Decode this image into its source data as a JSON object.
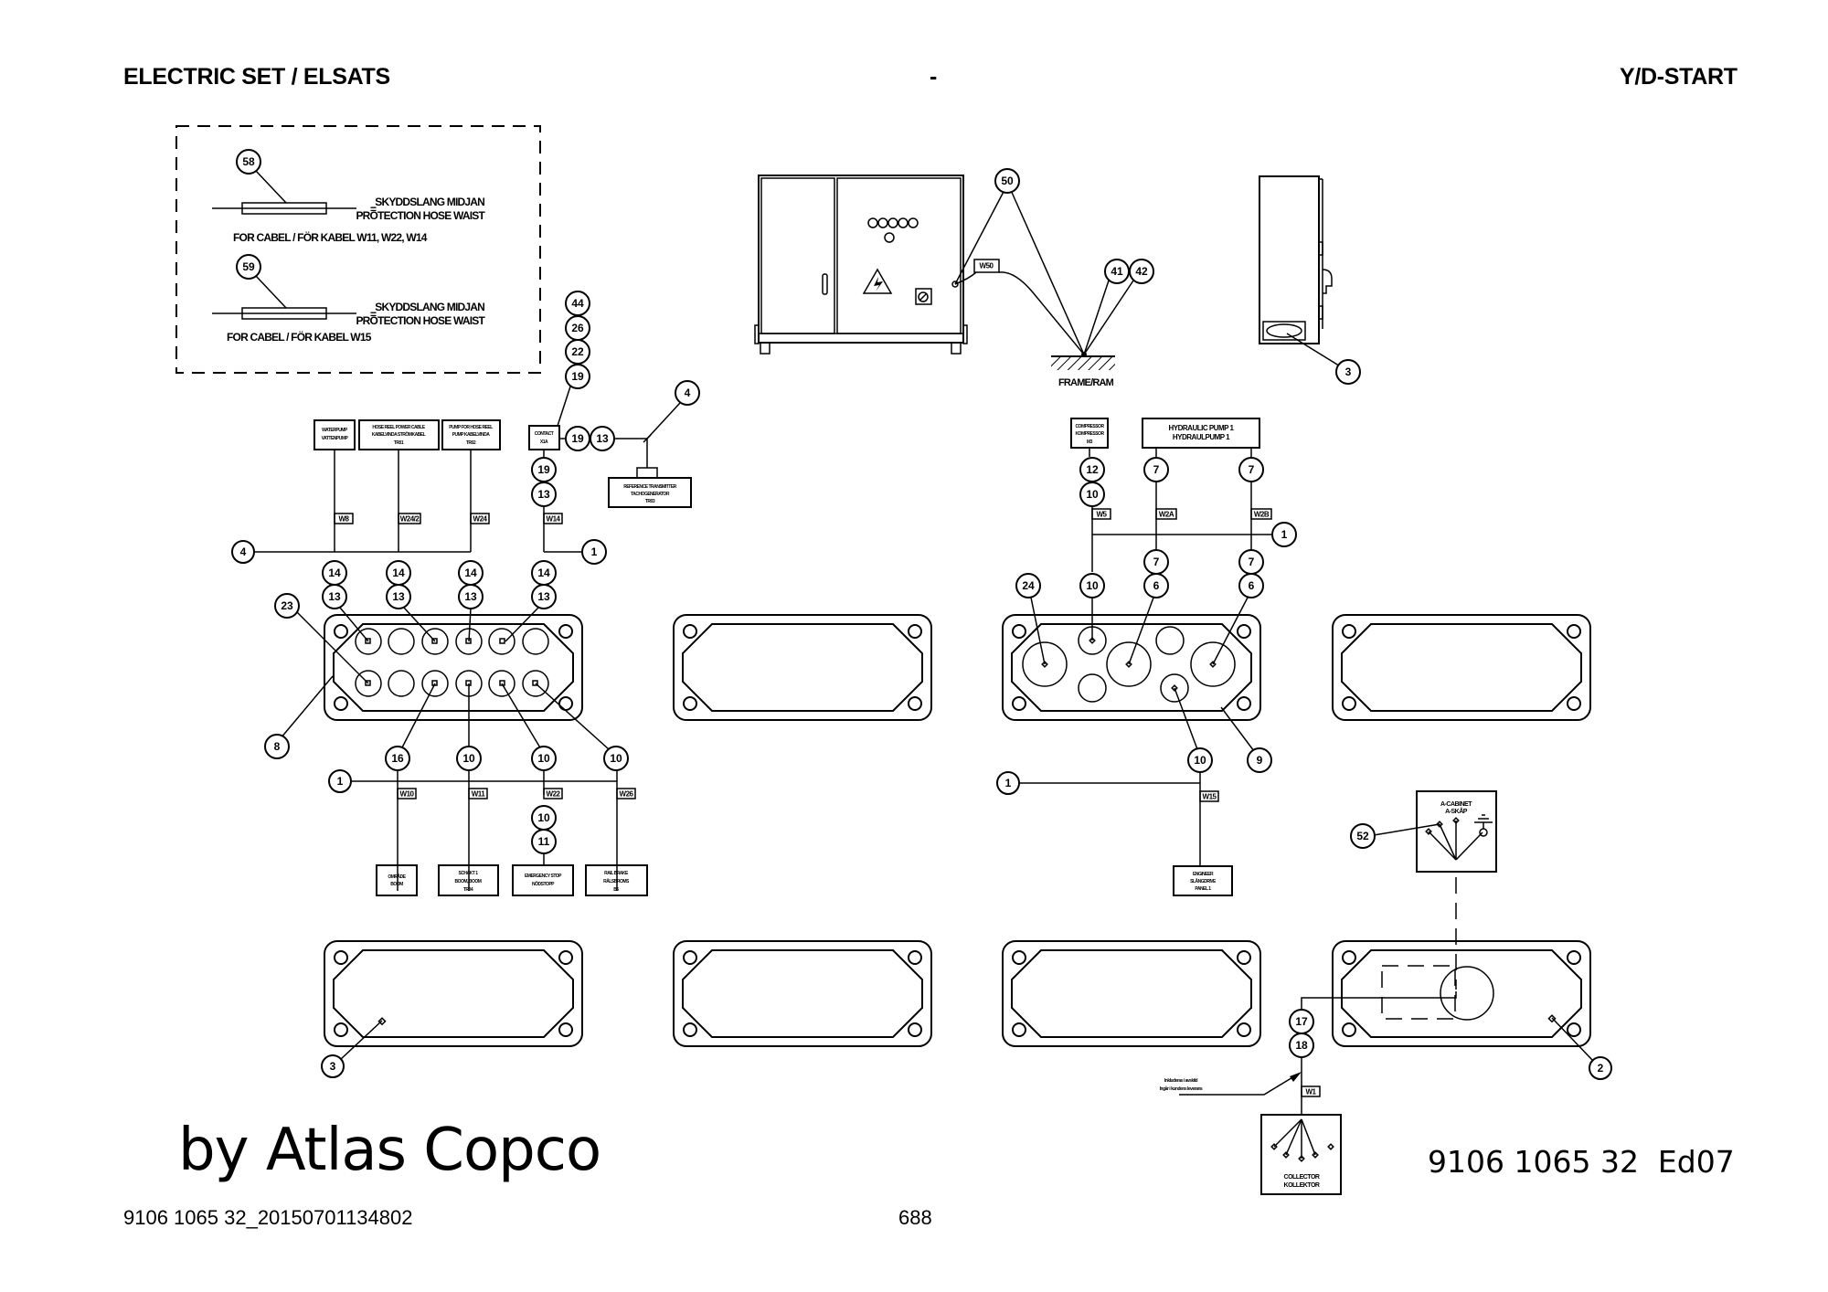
{
  "header": {
    "title": "ELECTRIC SET / ELSATS",
    "separator": "-",
    "variant": "Y/D-START"
  },
  "footer": {
    "file_id": "9106 1065 32_20150701134802",
    "page_number": "688",
    "brand": "by Atlas Copco",
    "document_number": "9106 1065 32  Ed07"
  },
  "legend": {
    "items": [
      {
        "callout": "58",
        "desc_line1": "SKYDDSLANG MIDJAN",
        "desc_line2": "PROTECTION HOSE WAIST",
        "equals": "=",
        "cable_note": "FOR CABEL / FÖR KABEL W11, W22, W14"
      },
      {
        "callout": "59",
        "desc_line1": "SKYDDSLANG MIDJAN",
        "desc_line2": "PROTECTION HOSE WAIST",
        "equals": "=",
        "cable_note": "FOR CABEL / FÖR KABEL W15"
      }
    ]
  },
  "cabinet_view": {
    "cable_label": "W50",
    "ground_label": "FRAME/RAM",
    "callouts": [
      "50",
      "41",
      "42"
    ],
    "side_callout": "3"
  },
  "left_group": {
    "top_stack": [
      "44",
      "26",
      "22",
      "19"
    ],
    "upper_boxes": [
      {
        "line1": "WATERPUMP",
        "line2": "VATTENPUMP",
        "line3": ""
      },
      {
        "line1": "HOSE REEL POWER CABLE",
        "line2": "KABELVINDA STRÖMKABEL",
        "line3": "TR01"
      },
      {
        "line1": "PUMP FOR HOSE REEL",
        "line2": "PUMP KABELVINDA",
        "line3": "TR02"
      }
    ],
    "connector_box": {
      "line1": "CONTACT",
      "line2": "X1A"
    },
    "connector_side": [
      "19",
      "13"
    ],
    "connector_below": [
      "19",
      "13"
    ],
    "tacho_box": {
      "line1": "REFERENCE TRANSMITTER",
      "line2": "TACHOGENERATOR",
      "line3": "TR03"
    },
    "tacho_callout": "4",
    "upper_wires": [
      "W8",
      "W24/2",
      "W24",
      "W14"
    ],
    "bus_left_callout": "4",
    "bus_right_callout": "1",
    "upper_stacks": [
      [
        "14",
        "13"
      ],
      [
        "14",
        "13"
      ],
      [
        "14",
        "13"
      ],
      [
        "14",
        "13"
      ]
    ],
    "plate_callouts": [
      "23",
      "8"
    ],
    "lower_callouts": [
      "16",
      "10",
      "10",
      "10"
    ],
    "lower_bus_callout": "1",
    "lower_wires": [
      "W10",
      "W11",
      "W22",
      "W26"
    ],
    "w22_stack": [
      "10",
      "11"
    ],
    "lower_boxes": [
      {
        "line1": "OMRÅDE",
        "line2": "BOOM",
        "line3": ""
      },
      {
        "line1": "SCHAKT 1",
        "line2": "BOOM, BOOM",
        "line3": "TR04"
      },
      {
        "line1": "EMERGENCY STOP",
        "line2": "NÖDSTOPP",
        "line3": ""
      },
      {
        "line1": "RAIL BRAKE",
        "line2": "RÄLSBROMS",
        "line3": "B6"
      }
    ]
  },
  "right_group": {
    "upper_boxes": [
      {
        "line1": "COMPRESSOR",
        "line2": "KOMPRESSOR",
        "line3": "M3"
      },
      {
        "line1": "HYDRAULIC PUMP 1",
        "line2": "HYDRAULPUMP 1",
        "line3": ""
      }
    ],
    "compressor_stack": [
      "12",
      "10"
    ],
    "pump_callouts": [
      "7",
      "7"
    ],
    "upper_wires": [
      "W5",
      "W2A",
      "W2B"
    ],
    "bus_callout": "1",
    "stacks_below_bus": [
      [
        "10"
      ],
      [
        "7",
        "6"
      ],
      [
        "7",
        "6"
      ]
    ],
    "plate_callouts": [
      "24",
      "9"
    ],
    "lower_callout": "10",
    "lower_bus_callout": "1",
    "lower_wire": "W15",
    "lower_box": {
      "line1": "ENGINEER",
      "line2": "SLÅNGDRIVE",
      "line3": "PANEL 1"
    }
  },
  "bottom_right": {
    "a_cabinet_label1": "A-CABINET",
    "a_cabinet_label2": "A-SKÅP",
    "a_cabinet_callout": "52",
    "stack": [
      "17",
      "18"
    ],
    "note_line1": "Inkluderas i avskild",
    "note_line2": "Ingår i kundens leverans",
    "wire": "W1",
    "collector_line1": "COLLECTOR",
    "collector_line2": "KOLLEKTOR",
    "plate_callout": "2"
  },
  "bottom_left_plate_callout": "3"
}
